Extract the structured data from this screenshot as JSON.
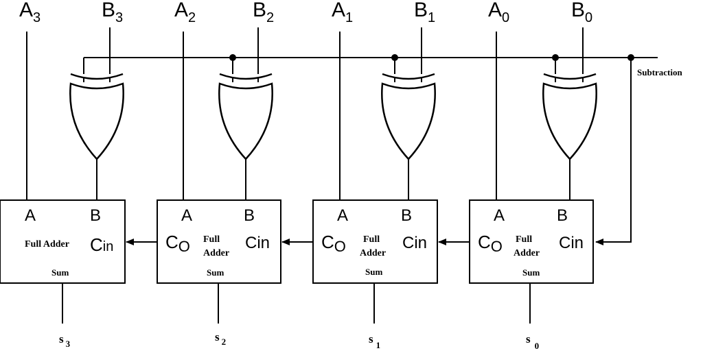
{
  "inputs": {
    "a3": {
      "main": "A",
      "sub": "3"
    },
    "b3": {
      "main": "B",
      "sub": "3"
    },
    "a2": {
      "main": "A",
      "sub": "2"
    },
    "b2": {
      "main": "B",
      "sub": "2"
    },
    "a1": {
      "main": "A",
      "sub": "1"
    },
    "b1": {
      "main": "B",
      "sub": "1"
    },
    "a0": {
      "main": "A",
      "sub": "0"
    },
    "b0": {
      "main": "B",
      "sub": "0"
    }
  },
  "control": {
    "label": "Subtraction"
  },
  "adders": {
    "fa3": {
      "a": "A",
      "b": "B",
      "title": "Full Adder",
      "cin_main": "C",
      "cin_sub": "in",
      "sum": "Sum"
    },
    "fa2": {
      "a": "A",
      "b": "B",
      "co_main": "C",
      "co_sub": "O",
      "title1": "Full",
      "title2": "Adder",
      "cin": "Cin",
      "sum": "Sum"
    },
    "fa1": {
      "a": "A",
      "b": "B",
      "co_main": "C",
      "co_sub": "O",
      "title1": "Full",
      "title2": "Adder",
      "cin": "Cin",
      "sum": "Sum"
    },
    "fa0": {
      "a": "A",
      "b": "B",
      "co_main": "C",
      "co_sub": "O",
      "title1": "Full",
      "title2": "Adder",
      "cin": "Cin",
      "sum": "Sum"
    }
  },
  "outputs": {
    "s3": {
      "main": "s",
      "sub": "3"
    },
    "s2": {
      "main": "s",
      "sub": "2"
    },
    "s1": {
      "main": "s",
      "sub": "1"
    },
    "s0": {
      "main": "s",
      "sub": "0"
    }
  }
}
